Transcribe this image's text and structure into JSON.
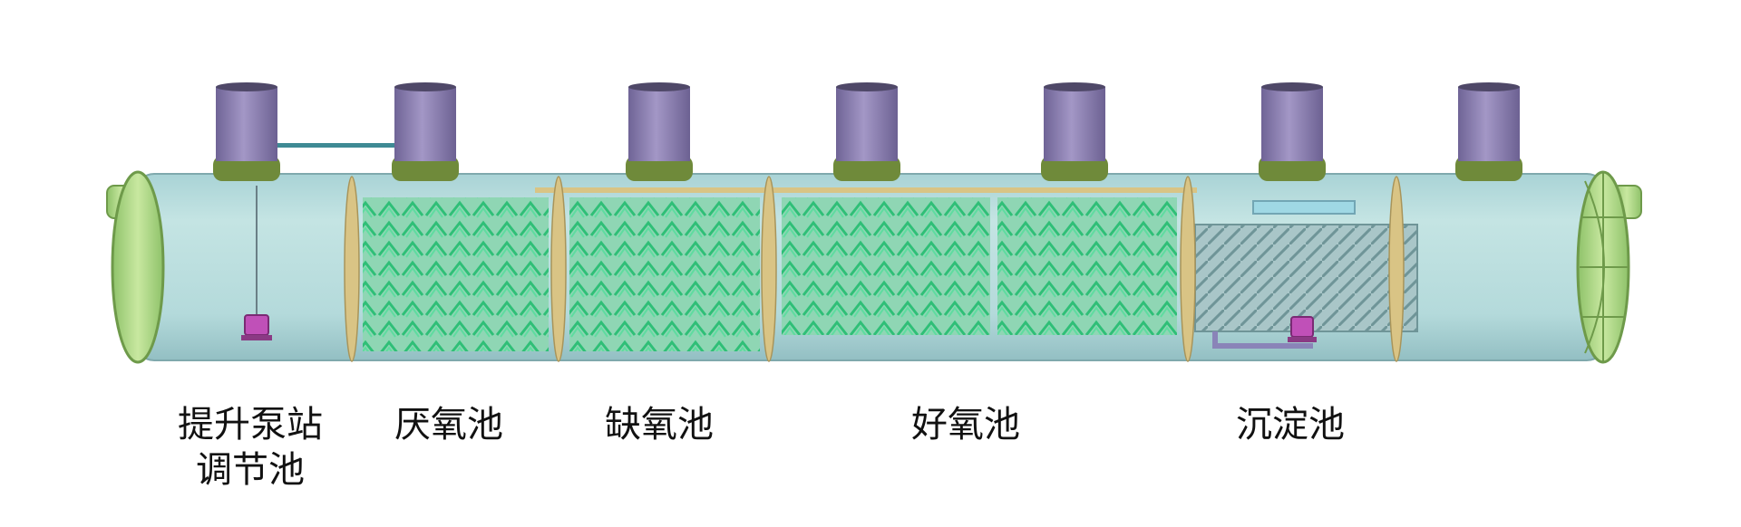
{
  "colors": {
    "tank_body": "#b7dcdc",
    "tank_shade": "#9ec8cb",
    "riser": "#8f82b4",
    "riser_base": "#6f8a3a",
    "media": "#48c98a",
    "end_cap": "#b9e08f",
    "partition": "#d9c485",
    "pump": "#c050b8"
  },
  "sections": [
    {
      "id": "lift",
      "lines": [
        "提升泵站",
        "调节池"
      ]
    },
    {
      "id": "anaerobic",
      "lines": [
        "厌氧池"
      ]
    },
    {
      "id": "anoxic",
      "lines": [
        "缺氧池"
      ]
    },
    {
      "id": "aerobic",
      "lines": [
        "好氧池"
      ]
    },
    {
      "id": "sedimentation",
      "lines": [
        "沉淀池"
      ]
    }
  ]
}
